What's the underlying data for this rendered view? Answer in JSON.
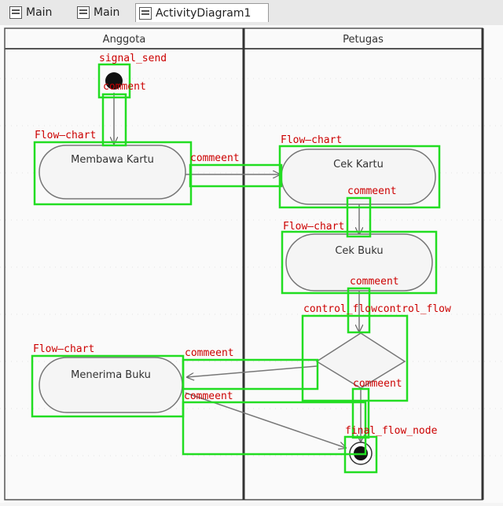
{
  "tabs": [
    {
      "label": "Main",
      "icon": "diagram-icon"
    },
    {
      "label": "Main",
      "icon": "diagram-icon"
    },
    {
      "label": "ActivityDiagram1",
      "icon": "diagram-icon"
    }
  ],
  "lanes": {
    "left": "Anggota",
    "right": "Petugas"
  },
  "nodes": {
    "membawa_kartu": "Membawa Kartu",
    "cek_kartu": "Cek Kartu",
    "cek_buku": "Cek Buku",
    "menerima_buku": "Menerima Buku"
  },
  "annotations": {
    "signal_send": "signal_send",
    "comment_start": "comment",
    "flow_chart_1": "Flow—chart",
    "comment_1": "commeent",
    "flow_chart_2": "Flow—chart",
    "comment_2": "commeent",
    "flow_chart_3": "Flow—chart",
    "comment_3": "commeent",
    "control_flow": "control_flowcontrol_flow",
    "flow_chart_4": "Flow—chart",
    "comment_4": "commeent",
    "comment_5": "commeent",
    "comment_6": "commeent",
    "final_flow_node": "final_flow_node"
  },
  "colors": {
    "annotation_box": "#22dd22",
    "annotation_text": "#cc0000",
    "node_stroke": "#777777",
    "edge": "#777777"
  }
}
